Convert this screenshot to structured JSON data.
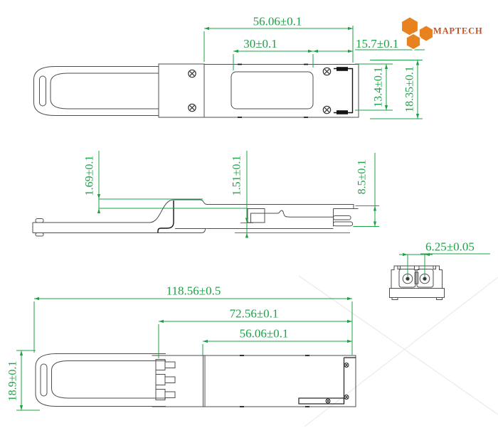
{
  "logo": {
    "brand": "MAPTECH"
  },
  "colors": {
    "dimension_green": "#1DA146",
    "outline_gray": "#4D4D4D",
    "detail_black": "#141414",
    "logo_orange": "#E8821E",
    "logo_text": "#BF5226"
  },
  "dimensions": {
    "top_view": {
      "body_length": "56.06±0.1",
      "label_window_length": "30±0.1",
      "nose_length": "15.7±0.1",
      "screw_span_width": "13.4±0.1",
      "module_width": "18.35±0.1"
    },
    "side_view": {
      "tab_step_height": "1.69±0.1",
      "tab_thickness": "1.51±0.1",
      "module_height": "8.5±0.1"
    },
    "end_view": {
      "port_pitch": "6.25±0.05"
    },
    "bottom_view": {
      "overall_length": "118.56±0.5",
      "housing_length": "72.56±0.1",
      "body_length": "56.06±0.1",
      "module_width": "18.9±0.1"
    }
  }
}
